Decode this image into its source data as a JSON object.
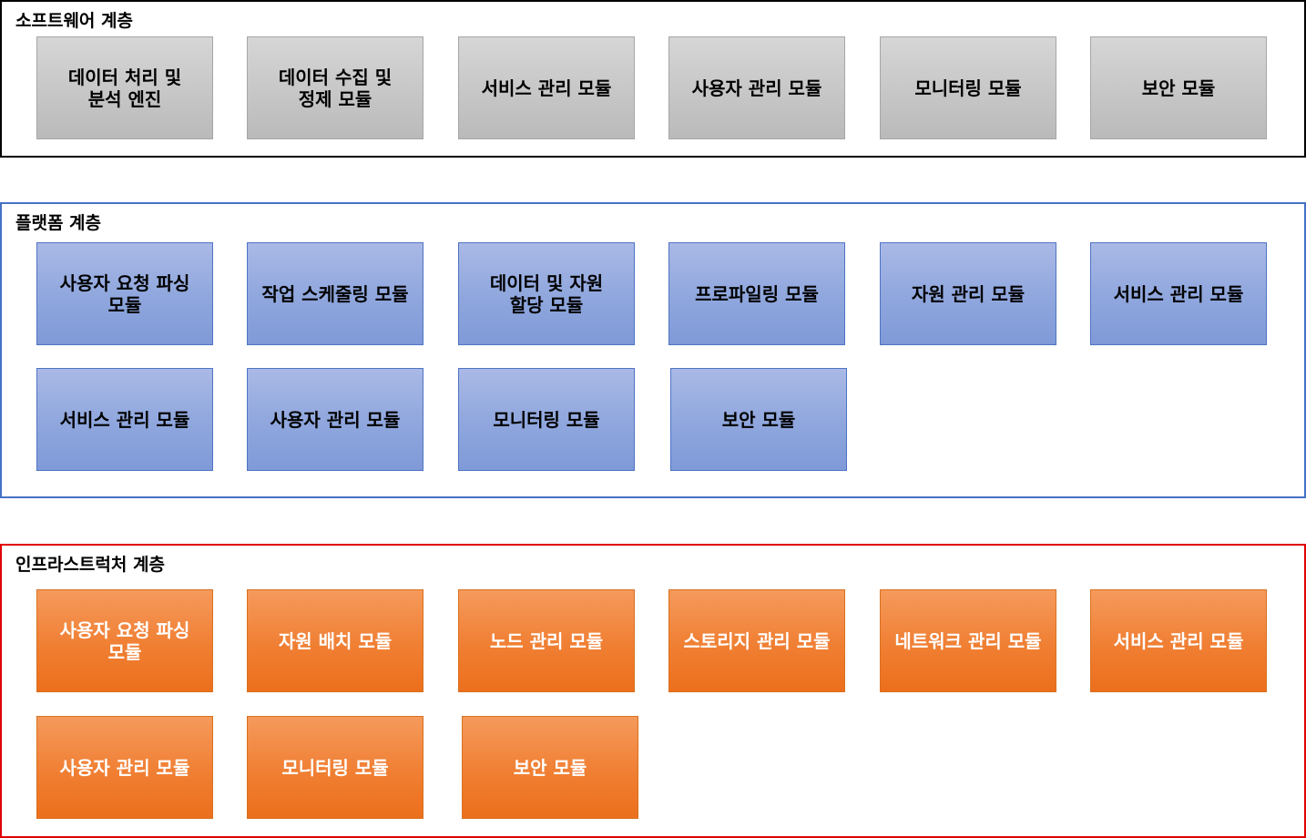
{
  "colors": {
    "software_border": "#000000",
    "platform_border": "#4472c4",
    "infra_border": "#e00000",
    "software_fill": "#c8c8c8",
    "platform_fill": "#91a8de",
    "infra_fill": "#f07f33"
  },
  "software": {
    "title": "소프트웨어 계층",
    "modules": [
      "데이터 처리 및 분석 엔진",
      "데이터 수집 및 정제 모듈",
      "서비스 관리 모듈",
      "사용자 관리 모듈",
      "모니터링 모듈",
      "보안 모듈"
    ]
  },
  "platform": {
    "title": "플랫폼 계층",
    "modules": [
      "사용자 요청 파싱 모듈",
      "작업 스케줄링 모듈",
      "데이터 및 자원 할당 모듈",
      "프로파일링 모듈",
      "자원 관리 모듈",
      "서비스 관리 모듈",
      "서비스 관리 모듈",
      "사용자 관리 모듈",
      "모니터링 모듈",
      "보안 모듈"
    ]
  },
  "infra": {
    "title": "인프라스트럭처 계층",
    "modules": [
      "사용자 요청 파싱 모듈",
      "자원 배치 모듈",
      "노드 관리 모듈",
      "스토리지 관리 모듈",
      "네트워크 관리 모듈",
      "서비스 관리 모듈",
      "사용자 관리 모듈",
      "모니터링 모듈",
      "보안 모듈"
    ]
  }
}
